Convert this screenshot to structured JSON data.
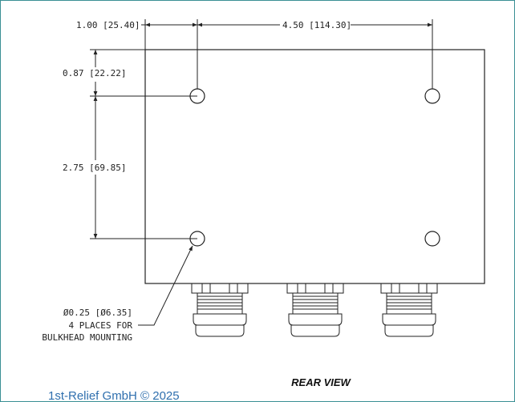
{
  "dimensions": {
    "horizontal_offset": "1.00 [25.40]",
    "horizontal_spacing": "4.50 [114.30]",
    "vertical_offset": "0.87 [22.22]",
    "vertical_spacing": "2.75 [69.85]"
  },
  "hole_note": {
    "line1": "Ø0.25 [Ø6.35]",
    "line2": "4 PLACES FOR",
    "line3": "BULKHEAD MOUNTING"
  },
  "view_title": "REAR VIEW",
  "copyright": "1st-Relief GmbH © 2025",
  "colors": {
    "frame": "#3a8f94",
    "linework": "#222222",
    "copyright": "#2f6fae"
  }
}
